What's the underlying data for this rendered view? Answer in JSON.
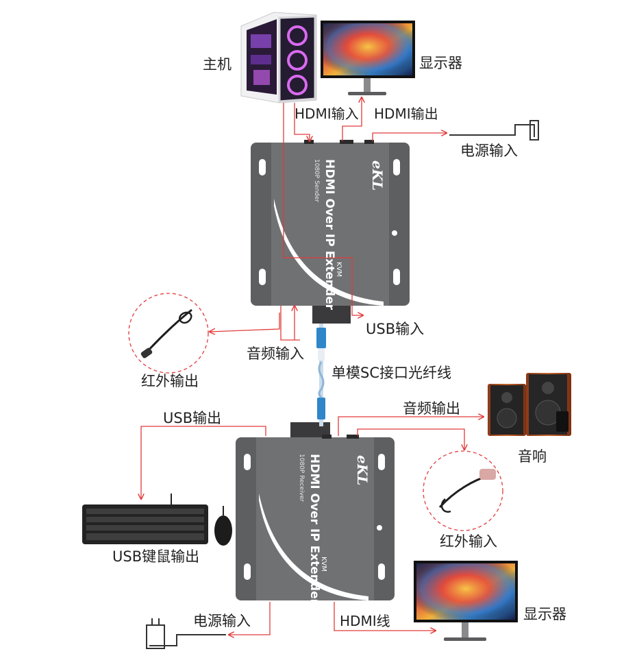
{
  "devices": {
    "host": "主机",
    "monitor_top": "显示器",
    "monitor_bottom": "显示器",
    "speakers": "音响",
    "keyboard_mouse": "USB键鼠输出",
    "ir_out": "红外输出",
    "ir_in": "红外输入"
  },
  "ports": {
    "hdmi_in": "HDMI输入",
    "hdmi_out": "HDMI输出",
    "power_top": "电源输入",
    "usb_in": "USB输入",
    "audio_in": "音频输入",
    "fiber": "单模SC接口光纤线",
    "usb_out": "USB输出",
    "audio_out": "音频输出",
    "power_bottom": "电源输入",
    "hdmi_cable": "HDMI线"
  },
  "extender_top": {
    "brand": "eKL",
    "title": "HDMI Over IP Extender",
    "subtitle": "KVM",
    "spec": "1080P  Sender"
  },
  "extender_bottom": {
    "brand": "eKL",
    "title": "HDMI Over IP Extender",
    "subtitle": "KVM",
    "spec": "1080P  Receiver"
  },
  "colors": {
    "wire": "#e23a3a",
    "device_body": "#6a6b6d",
    "fiber": "#2f86c9"
  }
}
